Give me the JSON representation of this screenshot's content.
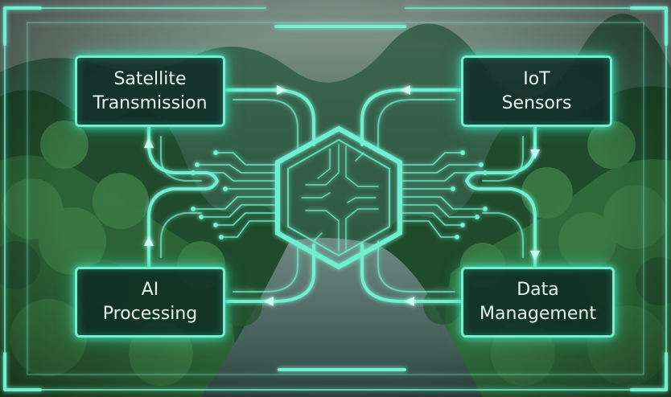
{
  "nodes": {
    "satellite": {
      "line1": "Satellite",
      "line2": "Transmission"
    },
    "iot": {
      "line1": "IoT",
      "line2": "Sensors"
    },
    "ai": {
      "line1": "AI",
      "line2": "Processing"
    },
    "data_management": {
      "line1": "Data",
      "line2": "Management"
    }
  },
  "colors": {
    "accent": "#6ff0cf",
    "glow": "#3fe0b8",
    "card_fill": "#102c26",
    "text": "#e9f3ee",
    "forest_dark": "#0f2f1f",
    "forest_light": "#2f6b3a",
    "river": "#58756d"
  },
  "icons": [
    "hexagon-chip-icon"
  ]
}
